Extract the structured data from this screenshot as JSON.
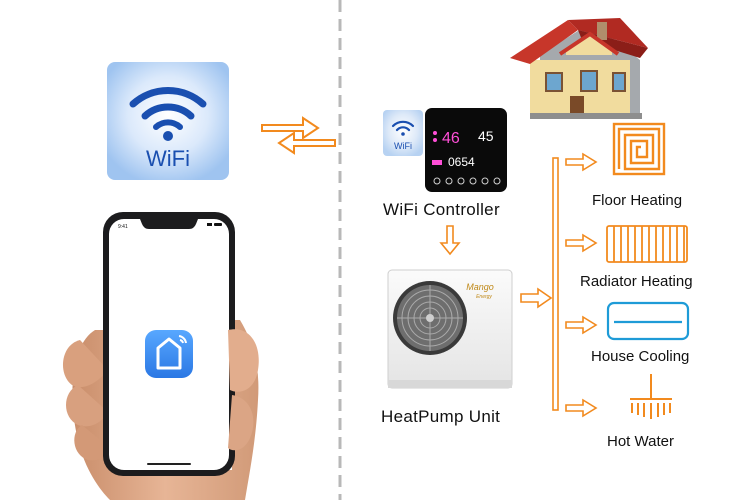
{
  "colors": {
    "accent_orange": "#f28a1e",
    "wifi_blue": "#1a4fb0",
    "app_icon_blue": "#3d8ef0",
    "divider_gray": "#b5b5b5",
    "display_pink": "#ff4fd8"
  },
  "wifi_badge": {
    "text": "WiFi",
    "icon": "wifi-icon"
  },
  "controller": {
    "label": "WiFi Controller",
    "badge_text": "WiFi",
    "readout_left": "46",
    "readout_right": "45",
    "readout_bottom": "0654"
  },
  "heatpump": {
    "label": "HeatPump Unit",
    "brand": "Mango",
    "brand_sub": "Energy"
  },
  "outputs": [
    {
      "label": "Floor Heating",
      "icon": "floor-heating-coil-icon"
    },
    {
      "label": "Radiator Heating",
      "icon": "radiator-icon"
    },
    {
      "label": "House Cooling",
      "icon": "air-conditioner-icon"
    },
    {
      "label": "Hot Water",
      "icon": "shower-icon"
    }
  ],
  "phone": {
    "time": "9:41",
    "app_icon": "smart-home-app-icon"
  }
}
